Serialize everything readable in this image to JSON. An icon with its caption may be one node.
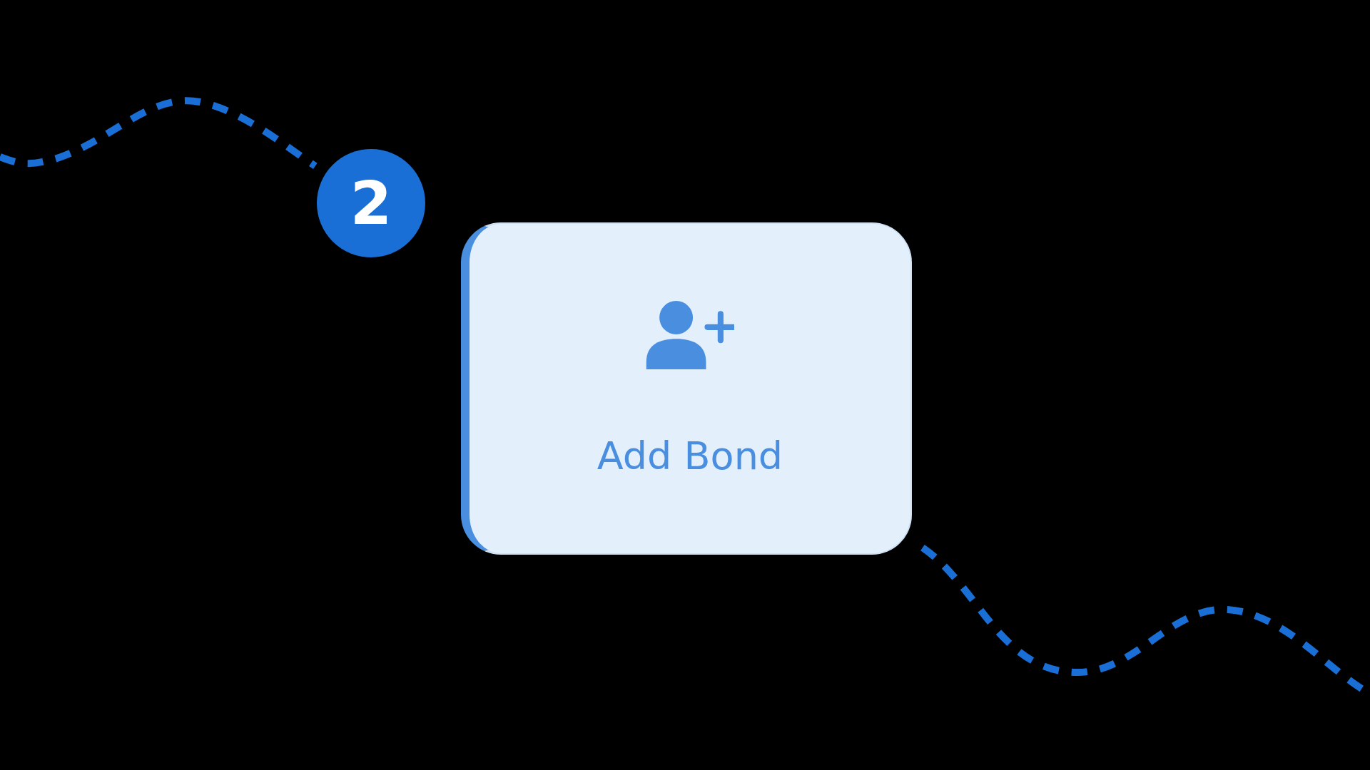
{
  "diagram": {
    "nodes": [
      {
        "text": [
          "2"
        ]
      },
      {
        "text": [
          "Add Bond"
        ]
      }
    ],
    "edges": [
      {
        "from": null,
        "to": 0,
        "arrow": "none",
        "style": "dashed"
      },
      {
        "from": 1,
        "to": null,
        "arrow": "none",
        "style": "dashed"
      }
    ]
  }
}
